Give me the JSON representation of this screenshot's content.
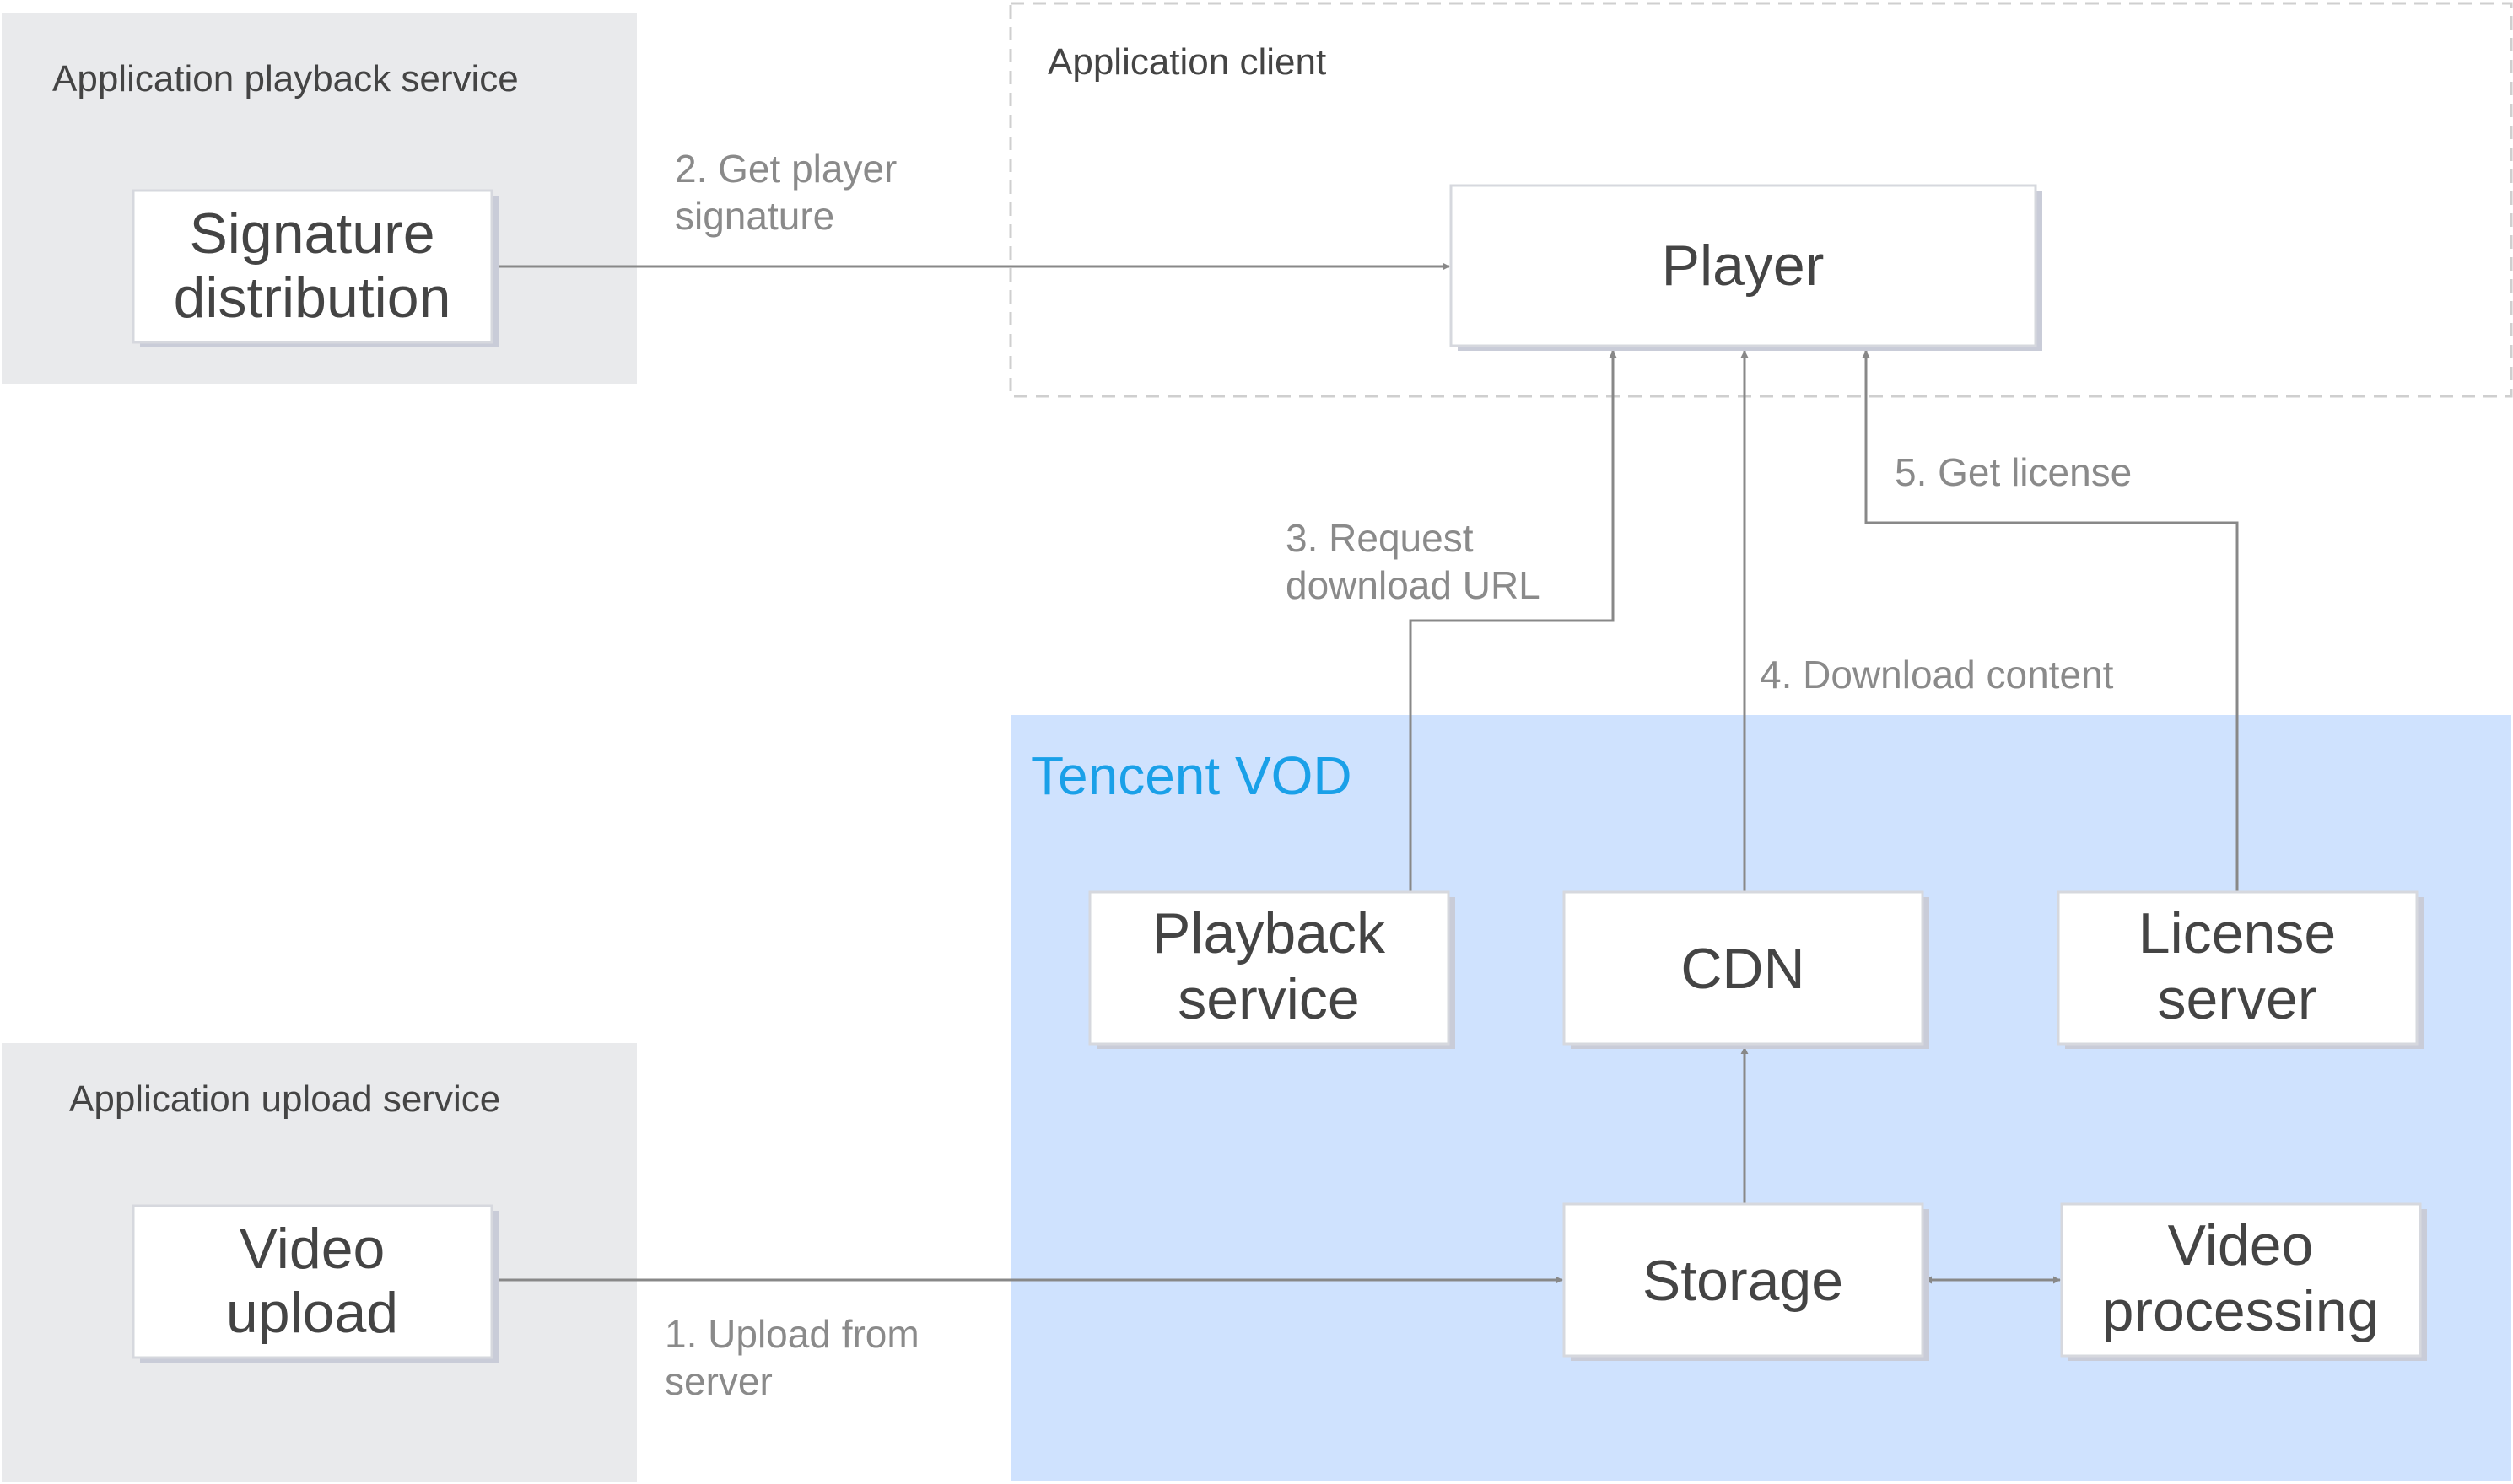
{
  "groups": {
    "playback_service": "Application playback service",
    "client": "Application client",
    "upload_service": "Application upload service",
    "vod": "Tencent VOD"
  },
  "nodes": {
    "signature": [
      "Signature",
      "distribution"
    ],
    "player": [
      "Player"
    ],
    "video_upload": [
      "Video",
      "upload"
    ],
    "playback": [
      "Playback",
      "service"
    ],
    "cdn": [
      "CDN"
    ],
    "license": [
      "License",
      "server"
    ],
    "storage": [
      "Storage"
    ],
    "video_processing": [
      "Video",
      "processing"
    ]
  },
  "edges": {
    "upload": [
      "1. Upload from",
      "server"
    ],
    "signature": [
      "2. Get player",
      "signature"
    ],
    "request_url": [
      "3. Request",
      "download URL"
    ],
    "download": [
      "4. Download content"
    ],
    "license": [
      "5. Get license"
    ]
  },
  "colors": {
    "group_bg": "#e9eaec",
    "vod_bg": "#cfe2fe",
    "vod_title": "#1aa0e8",
    "box_border": "#d6d8de",
    "box_shadow": "#c9ccd8",
    "line": "#888888",
    "edge_text": "#8a8a8a"
  }
}
